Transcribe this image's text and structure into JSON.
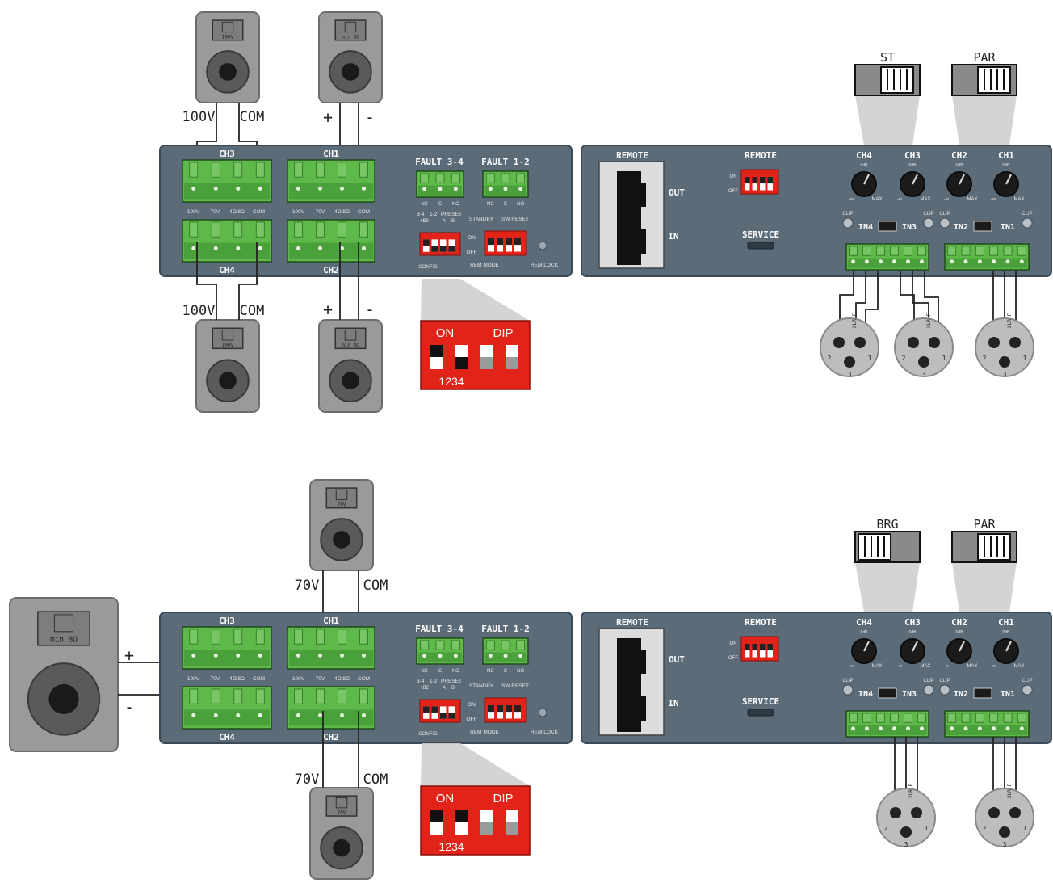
{
  "top": {
    "speakers_above": [
      {
        "badge": "100V",
        "wire_left": "100V",
        "wire_right": "COM"
      },
      {
        "badge": "min 4Ω",
        "wire_left": "+",
        "wire_right": "-"
      }
    ],
    "speakers_below": [
      {
        "badge": "100V",
        "wire_left": "100V",
        "wire_right": "COM"
      },
      {
        "badge": "min 4Ω",
        "wire_left": "+",
        "wire_right": "-"
      }
    ],
    "switches": [
      {
        "label": "ST",
        "position": "right"
      },
      {
        "label": "PAR",
        "position": "right"
      }
    ],
    "dip": {
      "on": "ON",
      "dip": "DIP",
      "numbers": "1234",
      "states": [
        "on",
        "off",
        "off",
        "off"
      ]
    },
    "xlr_count": 3
  },
  "bottom": {
    "speaker_big": {
      "badge": "min 8Ω",
      "wire_top": "+",
      "wire_bottom": "-"
    },
    "speaker_above": {
      "badge": "70V",
      "wire_left": "70V",
      "wire_right": "COM"
    },
    "speaker_below": {
      "badge": "70V",
      "wire_left": "70V",
      "wire_right": "COM"
    },
    "switches": [
      {
        "label": "BRG",
        "position": "left"
      },
      {
        "label": "PAR",
        "position": "right"
      }
    ],
    "dip": {
      "on": "ON",
      "dip": "DIP",
      "numbers": "1234",
      "states": [
        "on",
        "on",
        "off",
        "off"
      ]
    },
    "xlr_count": 2
  },
  "amp": {
    "ch_top": [
      "CH3",
      "CH1"
    ],
    "ch_bottom": [
      "CH4",
      "CH2"
    ],
    "term_labels": [
      "100V",
      "70V",
      "4Ω/8Ω",
      "COM"
    ],
    "fault_labels": [
      "FAULT 3-4",
      "FAULT 1-2"
    ],
    "fault_pins": [
      "NC",
      "C",
      "NO"
    ],
    "dip1_labels": [
      "3-4",
      "1-2",
      "PRESET"
    ],
    "dip1_sub": [
      "+B2",
      "A",
      "B"
    ],
    "dip1_caption": "CONFIG",
    "dip2_labels": [
      "STANDBY",
      "SW RESET"
    ],
    "onoff": [
      "ON",
      "OFF"
    ],
    "dip_on": "ON",
    "dip_dip": "DIP",
    "dip_num": "1234",
    "mode_labels": [
      "REM MODE",
      "REM LOCK"
    ]
  },
  "back": {
    "remote": "REMOTE",
    "remote2": "REMOTE",
    "out": "OUT",
    "in": "IN",
    "service": "SERVICE",
    "knobs": [
      "CH4",
      "CH3",
      "CH2",
      "CH1"
    ],
    "knob_min": "-∞",
    "knob_max": "MAX",
    "knob_top": "0dB",
    "clip": "CLIP",
    "inputs": [
      "IN4",
      "IN3",
      "IN2",
      "IN1"
    ],
    "xlr_label": "XLR F",
    "xlr_pins": [
      "1",
      "2",
      "3"
    ]
  }
}
